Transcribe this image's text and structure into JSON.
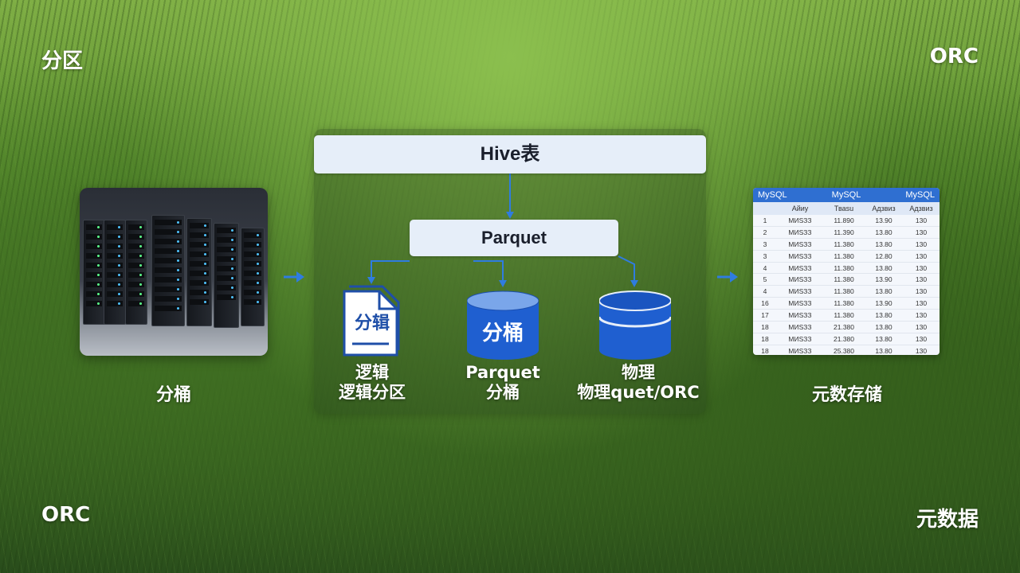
{
  "corners": {
    "top_left": "分区",
    "top_right": "ORC",
    "bottom_left": "ORC",
    "bottom_right": "元数据"
  },
  "left": {
    "caption": "分桶"
  },
  "diagram": {
    "top_box": "Hive表",
    "mid_box": "Parquet",
    "doc_icon_text": "分辑",
    "cylinder_text": "分桶",
    "label_left_line1": "逻辑",
    "label_left_line2": "逻辑分区",
    "label_mid_line1": "Parquet",
    "label_mid_line2": "分桶",
    "label_right_line1": "物理",
    "label_right_line2": "物理quet/ORC"
  },
  "right": {
    "caption": "元数存储",
    "table": {
      "headers": [
        "MySQL",
        "MySQL",
        "MySQL"
      ],
      "subheaders": [
        "",
        "Айиу",
        "Тваsu",
        "Адзвиз",
        "Адзвиз"
      ],
      "rows": [
        [
          "1",
          "MИSЗЗ",
          "11.890",
          "13.90",
          "130"
        ],
        [
          "2",
          "MИSЗЗ",
          "11.390",
          "13.80",
          "130"
        ],
        [
          "3",
          "MИSЗЗ",
          "11.380",
          "13.80",
          "130"
        ],
        [
          "3",
          "MИSЗЗ",
          "11.380",
          "12.80",
          "130"
        ],
        [
          "4",
          "MИSЗЗ",
          "11.380",
          "13.80",
          "130"
        ],
        [
          "5",
          "MИSЗЗ",
          "11.380",
          "13.90",
          "130"
        ],
        [
          "4",
          "MИSЗЗ",
          "11.380",
          "13.80",
          "130"
        ],
        [
          "16",
          "MИSЗЗ",
          "11.380",
          "13.90",
          "130"
        ],
        [
          "17",
          "MИSЗЗ",
          "11.380",
          "13.80",
          "130"
        ],
        [
          "18",
          "MИSЗЗ",
          "21.380",
          "13.80",
          "130"
        ],
        [
          "18",
          "MИSЗЗ",
          "21.380",
          "13.80",
          "130"
        ],
        [
          "18",
          "MИSЗЗ",
          "25.380",
          "13.80",
          "130"
        ]
      ]
    }
  },
  "colors": {
    "accent": "#2f6fd1",
    "cylinder": "#1f5fd0",
    "box_fill": "#e6eef9",
    "arrow": "#2f7ce0"
  }
}
